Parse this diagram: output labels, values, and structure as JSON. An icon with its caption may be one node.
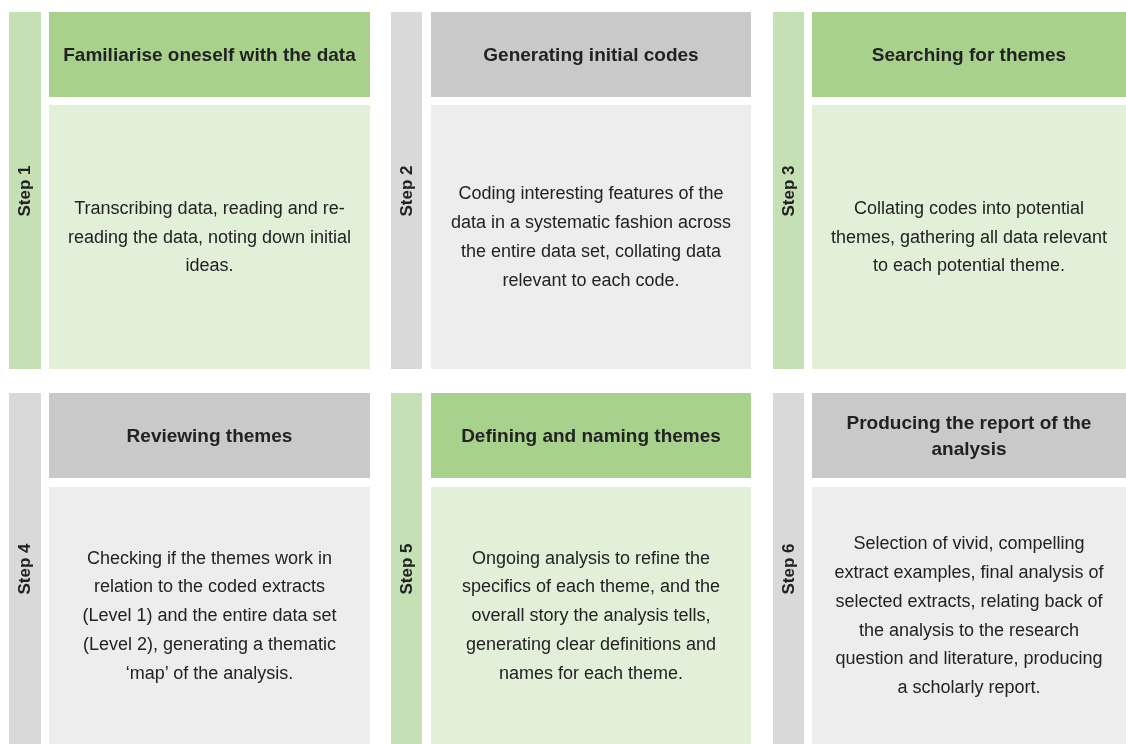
{
  "diagram": {
    "nodes": [
      {
        "text": [
          "Step 1"
        ]
      },
      {
        "text": [
          "Familiarise oneself with the data"
        ]
      },
      {
        "text": [
          "Transcribing data, reading and re-reading the data, noting down initial ideas."
        ]
      },
      {
        "text": [
          "Step 2"
        ]
      },
      {
        "text": [
          "Generating initial codes"
        ]
      },
      {
        "text": [
          "Coding interesting features of the data in a systematic fashion across the entire data set, collating data relevant to each code."
        ]
      },
      {
        "text": [
          "Step 3"
        ]
      },
      {
        "text": [
          "Searching for themes"
        ]
      },
      {
        "text": [
          "Collating codes into potential themes, gathering all data relevant to each potential theme."
        ]
      },
      {
        "text": [
          "Step 4"
        ]
      },
      {
        "text": [
          "Reviewing themes"
        ]
      },
      {
        "text": [
          "Checking if the themes work in relation to the coded extracts (Level 1) and the entire data set (Level 2), generating a thematic ‘map’ of the analysis."
        ]
      },
      {
        "text": [
          "Step 5"
        ]
      },
      {
        "text": [
          "Defining and naming themes"
        ]
      },
      {
        "text": [
          "Ongoing analysis to refine the specifics of each theme, and the overall story the analysis tells, generating clear definitions and names for each theme."
        ]
      },
      {
        "text": [
          "Step 6"
        ]
      },
      {
        "text": [
          "Producing the report of the analysis"
        ]
      },
      {
        "text": [
          "Selection of vivid, compelling extract examples, final analysis of selected extracts, relating back of the analysis to the research question and literature, producing a scholarly report."
        ]
      }
    ]
  }
}
